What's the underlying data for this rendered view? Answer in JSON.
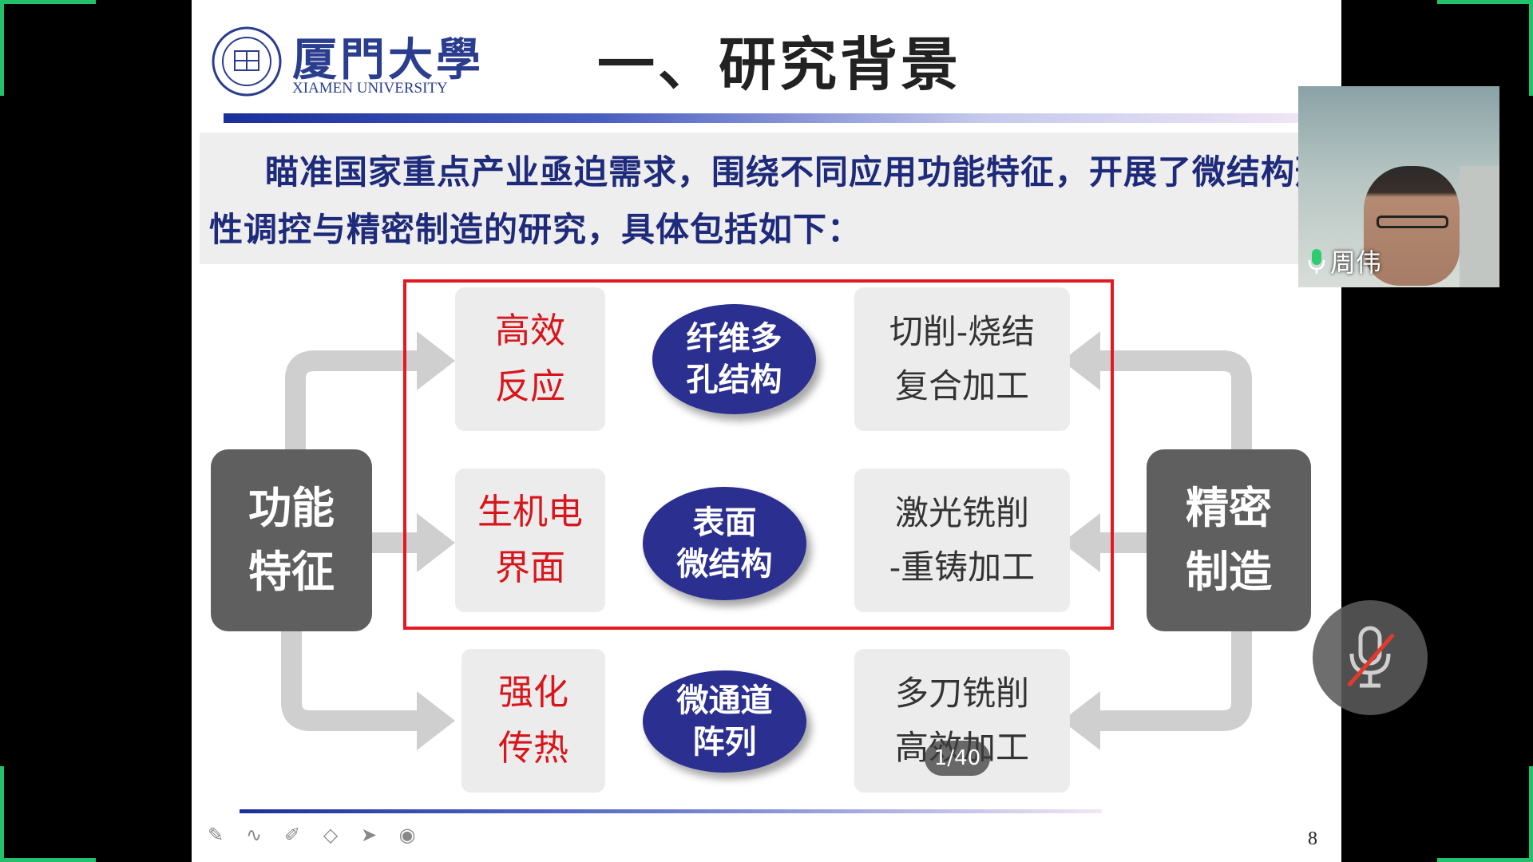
{
  "header": {
    "logo_cn": "厦門大學",
    "logo_en": "XIAMEN UNIVERSITY",
    "title": "一、研究背景"
  },
  "intro": {
    "text": "瞄准国家重点产业亟迫需求，围绕不同应用功能特征，开展了微结构形性调控与精密制造的研究，具体包括如下："
  },
  "diagram": {
    "left_box": {
      "line1": "功能",
      "line2": "特征"
    },
    "right_box": {
      "line1": "精密",
      "line2": "制造"
    },
    "rows": [
      {
        "function": [
          "高效",
          "反应"
        ],
        "structure": [
          "纤维多",
          "孔结构"
        ],
        "process": [
          "切削-烧结",
          "复合加工"
        ]
      },
      {
        "function": [
          "生机电",
          "界面"
        ],
        "structure": [
          "表面",
          "微结构"
        ],
        "process": [
          "激光铣削",
          "-重铸加工"
        ]
      },
      {
        "function": [
          "强化",
          "传热"
        ],
        "structure": [
          "微通道",
          "阵列"
        ],
        "process": [
          "多刀铣削",
          "高效加工"
        ]
      }
    ]
  },
  "slide_counter": "1/40",
  "page_number": "8",
  "toolbar": {
    "icons": [
      "pen-icon",
      "curve-icon",
      "highlighter-icon",
      "eraser-icon",
      "pointer-icon",
      "record-icon"
    ]
  },
  "webcam": {
    "participant_name": "周伟"
  },
  "colors": {
    "accent_green": "#21c26b",
    "title_blue": "#1e2a7a",
    "oval_blue": "#2b2f8f",
    "red_text": "#d8151b",
    "frame_red": "#e2191f"
  }
}
